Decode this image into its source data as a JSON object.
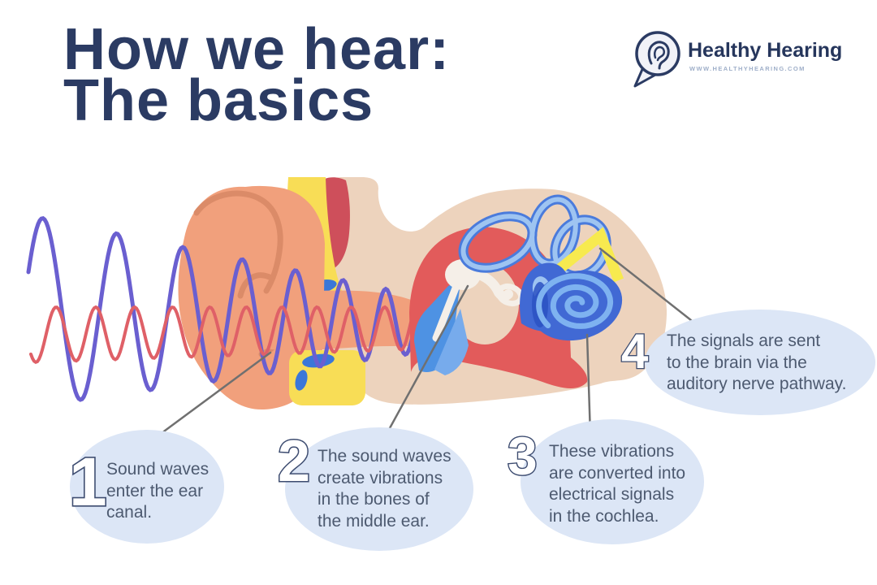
{
  "header": {
    "title_line1": "How we hear:",
    "title_line2": "The basics"
  },
  "logo": {
    "name": "Healthy Hearing",
    "url": "WWW.HEALTHYHEARING.COM"
  },
  "steps": [
    {
      "number": "1",
      "text": "Sound waves\nenter the ear\ncanal."
    },
    {
      "number": "2",
      "text": "The sound waves\ncreate vibrations\nin the bones of\nthe middle ear."
    },
    {
      "number": "3",
      "text": "These vibrations\nare converted into\nelectrical signals\nin the cochlea."
    },
    {
      "number": "4",
      "text": "The signals are sent\n to the brain via the\nauditory nerve pathway."
    }
  ],
  "colors": {
    "background": "#FFFFFF",
    "title_navy": "#2B3B63",
    "callout_bubble": "#DCE6F6",
    "callout_text": "#4D5A70",
    "number_fill": "#FFFFFF",
    "number_outline": "#3D4C70",
    "leader_line": "#707070",
    "skin_light": "#EDD3BD",
    "ear_salmon": "#F1A07C",
    "ear_outline": "#DB8B68",
    "bone_yellow": "#F8DD56",
    "marrow_blue": "#3B77D8",
    "deep_red_streak": "#CE4F5B",
    "middle_ear_red": "#E25B5B",
    "eardrum_blue": "#4E92E3",
    "eardrum_light_blue": "#77ABEC",
    "ossicle_white": "#F5EFE8",
    "cochlea_blue": "#4169D4",
    "cochlea_dark": "#2C52C2",
    "cochlea_spiral_line": "#7EB2F0",
    "canal_tube_light": "#9EC4F1",
    "canal_tube_outline": "#4A7BDC",
    "wave_blue": "#6A5FD0",
    "wave_red": "#DF6067",
    "arrow_yellow": "#F7EA4F",
    "logo_navy": "#26365C",
    "logo_url_gray": "#9FAFC9"
  }
}
